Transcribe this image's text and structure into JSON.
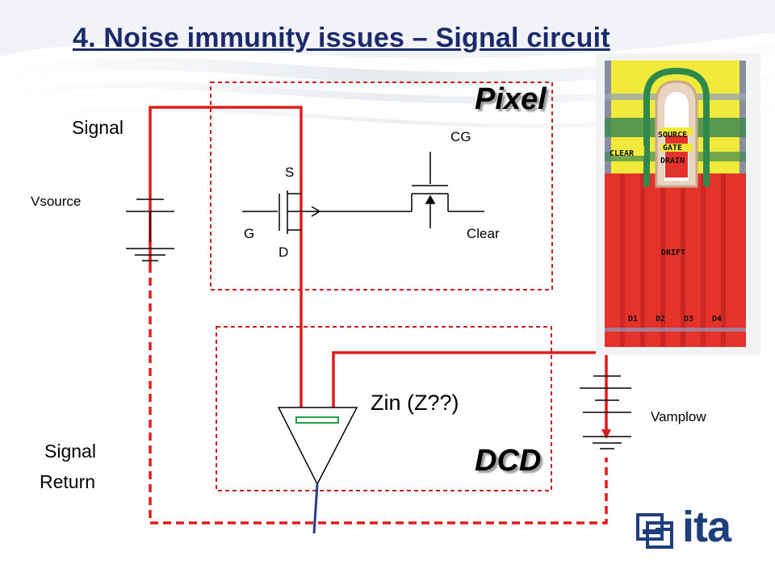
{
  "slide": {
    "title": "4. Noise immunity issues – Signal circuit"
  },
  "labels": {
    "signal": "Signal",
    "vsource": "Vsource",
    "signal_return_1": "Signal",
    "signal_return_2": "Return",
    "cg": "CG",
    "s": "S",
    "g": "G",
    "d": "D",
    "clear": "Clear",
    "zin": "Zin (Z??)",
    "vamplow": "Vamplow"
  },
  "boxes": {
    "pixel": "Pixel",
    "dcd": "DCD"
  },
  "chip_labels": {
    "source": "SOURCE",
    "gate": "GATE",
    "drain": "DRAIN",
    "clear": "CLEAR",
    "drift": "DRIFT",
    "d1": "D1",
    "d2": "D2",
    "d3": "D3",
    "d4": "D4"
  },
  "logo": {
    "text": "ita"
  },
  "colors": {
    "title": "#1b2a6b",
    "wire_red": "#e01c1c",
    "box_border": "#cc1f1f",
    "chip_red": "#e5322b",
    "chip_yellow": "#f2ea3a",
    "logo": "#1f3e7c"
  }
}
